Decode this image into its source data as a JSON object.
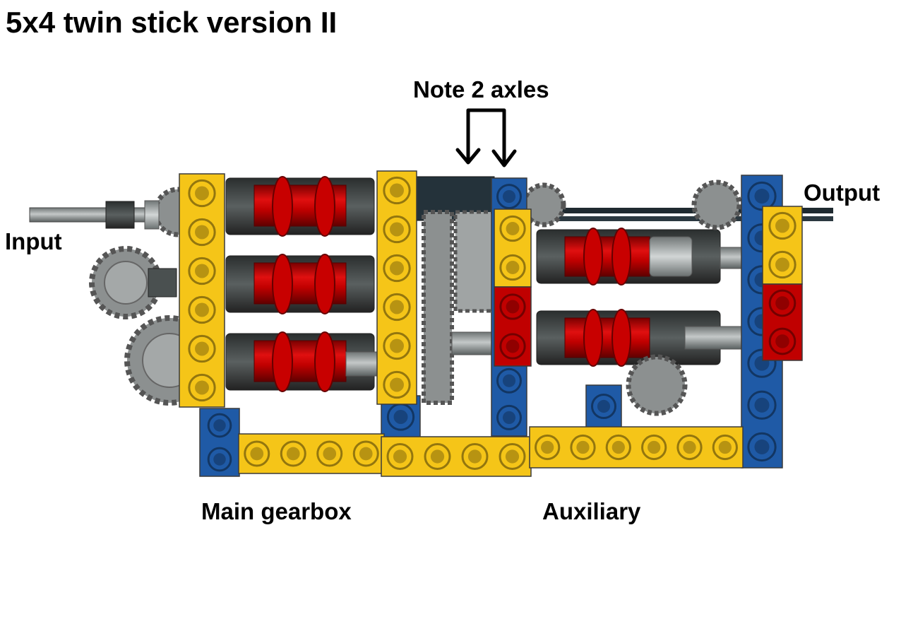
{
  "title": "5x4 twin stick version II",
  "labels": {
    "note": "Note 2 axles",
    "input": "Input",
    "output": "Output",
    "main_gearbox": "Main gearbox",
    "auxiliary": "Auxiliary"
  },
  "colors": {
    "beam_yellow": "#f5c518",
    "beam_blue": "#1f5aa6",
    "beam_red": "#c00000",
    "gear_gray": "#8c9090",
    "gear_dark": "#3e4242",
    "axle_gray": "#9aa0a0",
    "axle_black": "#1f2a30"
  },
  "icons": [
    "gear-icon",
    "clutch-gear-icon",
    "arrow-down-icon"
  ]
}
